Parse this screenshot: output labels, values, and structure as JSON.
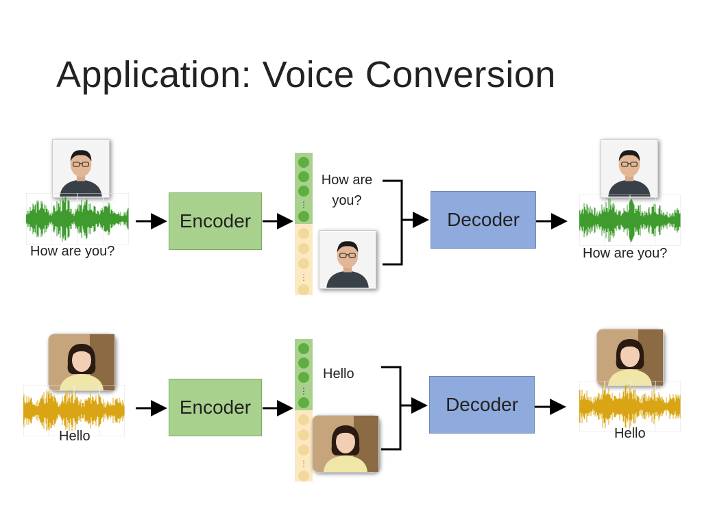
{
  "slide": {
    "title": "Application: Voice Conversion"
  },
  "row1": {
    "input_caption": "How are you?",
    "encoder_label": "Encoder",
    "content_text": "How are you?",
    "decoder_label": "Decoder",
    "output_caption": "How are you?",
    "wave_color": "#3f9b2e"
  },
  "row2": {
    "input_caption": "Hello",
    "encoder_label": "Encoder",
    "content_text": "Hello",
    "decoder_label": "Decoder",
    "output_caption": "Hello",
    "wave_color": "#d9a514"
  },
  "colors": {
    "encoder": "#a9d18e",
    "decoder": "#8faadc",
    "content_dot": "#5fae3f",
    "speaker_dot": "#f2d89a"
  }
}
